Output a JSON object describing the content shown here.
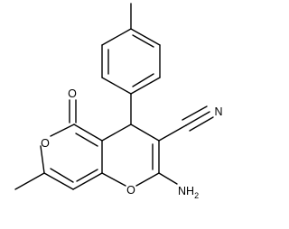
{
  "structure": {
    "atoms": {
      "carbonyl_oxygen": "O",
      "ring_oxygen_left": "O",
      "ring_oxygen_center": "O",
      "nitrile_nitrogen": "N",
      "amino_group": "NH",
      "amino_subscript": "2"
    }
  },
  "colors": {
    "bond": "#000000",
    "label": "#000000",
    "background": "#ffffff"
  }
}
